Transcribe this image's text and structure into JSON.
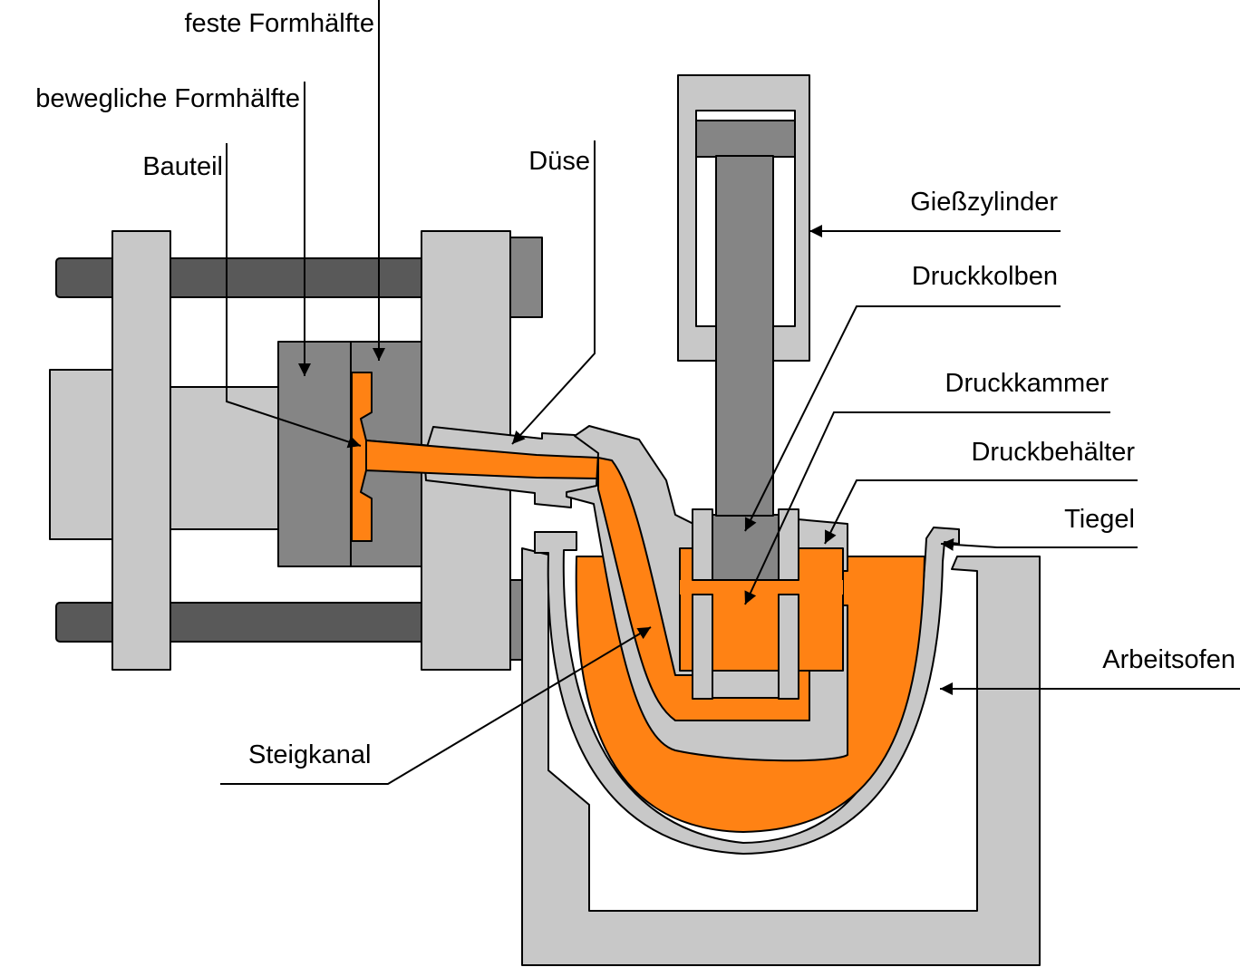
{
  "labels": {
    "feste_formhaelfte": "feste Formhälfte",
    "bewegliche_formhaelfte": "bewegliche Formhälfte",
    "bauteil": "Bauteil",
    "duese": "Düse",
    "giesszylinder": "Gießzylinder",
    "druckkolben": "Druckkolben",
    "druckkammer": "Druckkammer",
    "druckbehaelter": "Druckbehälter",
    "tiegel": "Tiegel",
    "arbeitsofen": "Arbeitsofen",
    "steigkanal": "Steigkanal"
  },
  "colors": {
    "light_grey": "#c8c8c8",
    "dark_grey": "#858585",
    "bar_grey": "#595959",
    "molten_metal": "#ff8214",
    "outline": "#000000",
    "background": "#ffffff"
  }
}
